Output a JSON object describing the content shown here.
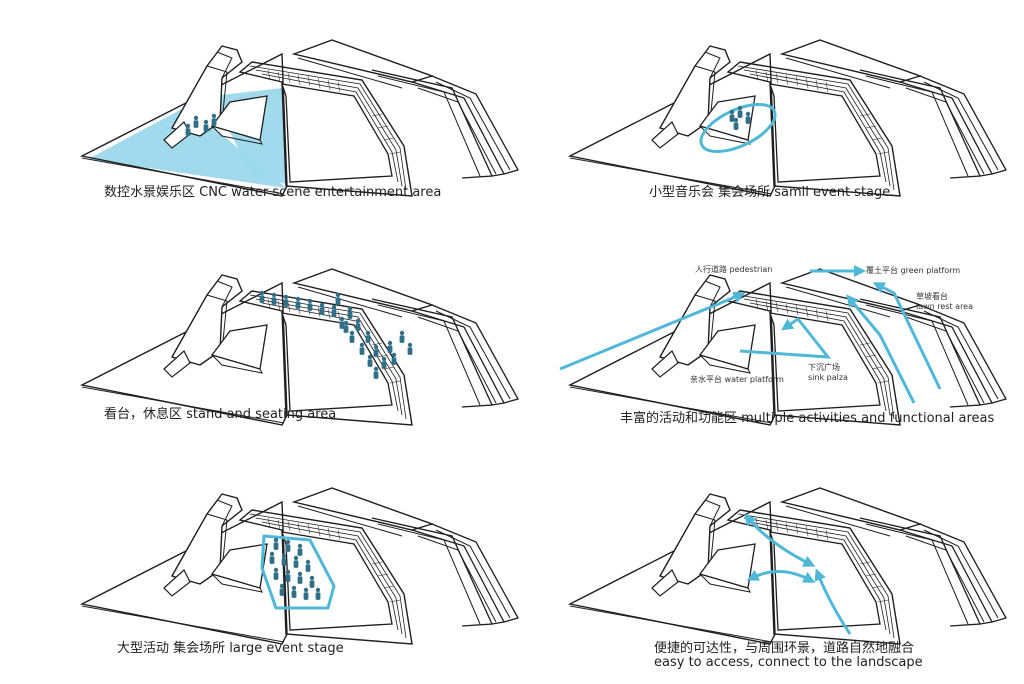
{
  "colors": {
    "accent": "#4fb8d8",
    "water": "#9dd8ec",
    "figure": "#2f6f87",
    "line": "#1e1e1e"
  },
  "panels": [
    {
      "caption": "数控水景娱乐区 CNC water scene entertainment area",
      "theme": "water"
    },
    {
      "caption": "小型音乐会 集会场所 samll event  stage",
      "theme": "small-stage"
    },
    {
      "caption": "看台，休息区 stand and seating area",
      "theme": "seating"
    },
    {
      "caption": "丰富的活动和功能区 multiple activities and functional areas",
      "theme": "activities",
      "labels": {
        "pedestrian": "人行道路 pedestrian",
        "green_platform": "覆土平台 green platform",
        "lawn_zh": "草坡看台",
        "lawn_en": "lawn rest area",
        "water_platform": "亲水平台 water platform",
        "sink_zh": "下沉广场",
        "sink_en": "sink palza"
      }
    },
    {
      "caption": "大型活动 集会场所 large event  stage",
      "theme": "large-stage"
    },
    {
      "caption_line1": "便捷的可达性，与周围环景，道路自然地融合",
      "caption_line2": "easy to access, connect to the landscape",
      "theme": "access"
    }
  ]
}
